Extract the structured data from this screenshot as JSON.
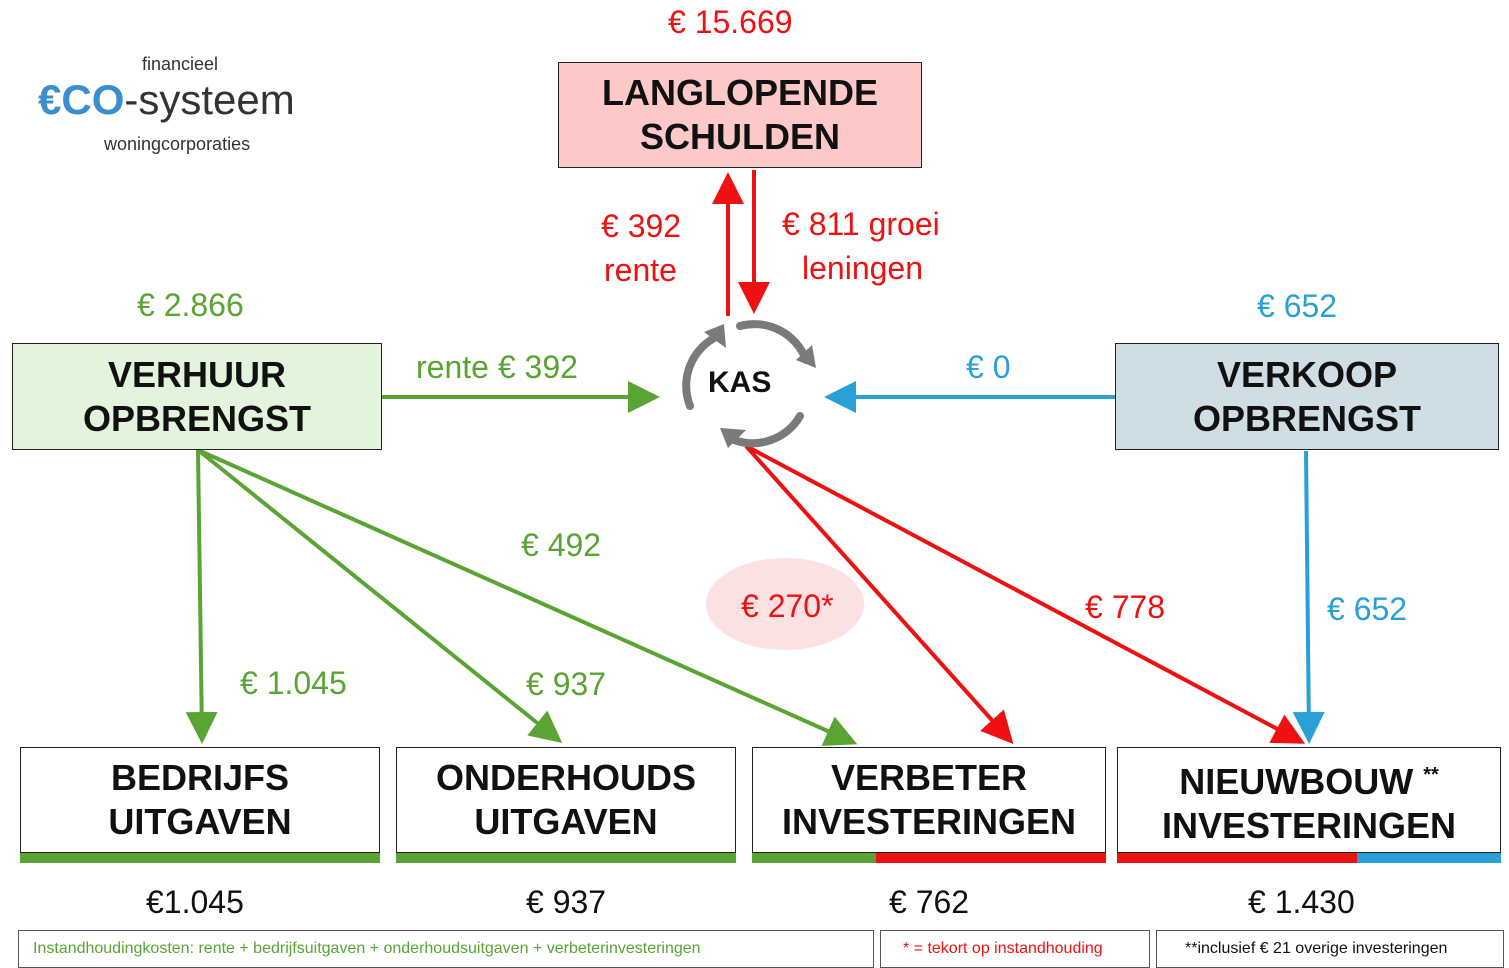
{
  "logo": {
    "top": "financieel",
    "main_prefix": "€CO",
    "main_suffix": "-systeem",
    "bottom": "woningcorporaties"
  },
  "debt": {
    "amount": "€ 15.669",
    "title_line1": "LANGLOPENDE",
    "title_line2": "SCHULDEN"
  },
  "rental": {
    "amount": "€ 2.866",
    "title_line1": "VERHUUR",
    "title_line2": "OPBRENGST"
  },
  "sales": {
    "amount": "€ 652",
    "title_line1": "VERKOOP",
    "title_line2": "OPBRENGST"
  },
  "kas": {
    "label": "KAS"
  },
  "flows": {
    "rent_up_1": "€ 392",
    "rent_up_2": "rente",
    "loans_down_1": "€ 811 groei",
    "loans_down_2": "leningen",
    "rental_to_kas": "rente € 392",
    "sales_to_kas": "€ 0",
    "to_bedrijfs": "€ 1.045",
    "to_onderhouds": "€ 937",
    "to_verbeter_green": "€ 492",
    "shortfall": "€ 270*",
    "kas_to_nieuwbouw": "€ 778",
    "sales_to_nieuwbouw": "€ 652"
  },
  "outputs": [
    {
      "line1": "BEDRIJFS",
      "line2": "UITGAVEN",
      "suffix": "",
      "total": "€1.045"
    },
    {
      "line1": "ONDERHOUDS",
      "line2": "UITGAVEN",
      "suffix": "",
      "total": "€ 937"
    },
    {
      "line1": "VERBETER",
      "line2": "INVESTERINGEN",
      "suffix": "",
      "total": "€ 762"
    },
    {
      "line1": "NIEUWBOUW",
      "line2": "INVESTERINGEN",
      "suffix": "**",
      "total": "€ 1.430"
    }
  ],
  "notes": {
    "left": "Instandhoudingkosten: rente + bedrijfsuitgaven + onderhoudsuitgaven + verbeterinvesteringen",
    "middle": "*  = tekort op instandhouding",
    "right": "**inclusief € 21 overige investeringen"
  },
  "colors": {
    "green": "#5aa434",
    "red": "#ee1111",
    "blue": "#2aa0d8",
    "gray": "#7a7a7a"
  }
}
